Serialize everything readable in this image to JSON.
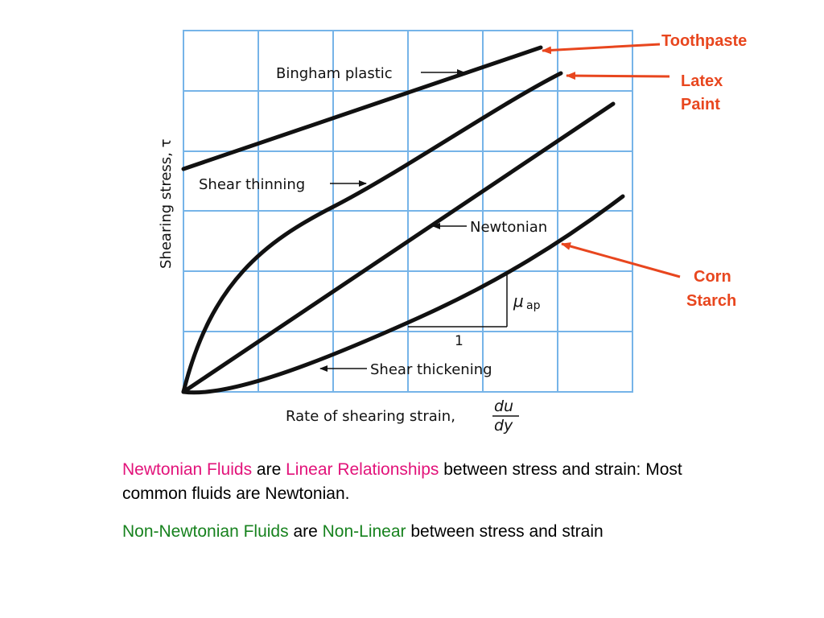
{
  "colors": {
    "grid_line": "#76b4e8",
    "curve": "#111111",
    "callout": "#e8461e",
    "newtonian_highlight": "#e2137a",
    "non_newtonian_highlight": "#17821e"
  },
  "diagram": {
    "y_axis_label": "Shearing stress, τ",
    "x_axis_label": "Rate of shearing strain,",
    "x_axis_fraction_num": "du",
    "x_axis_fraction_den": "dy",
    "curves": {
      "bingham": "Bingham plastic",
      "shear_thinning": "Shear thinning",
      "newtonian": "Newtonian",
      "shear_thickening": "Shear thickening"
    },
    "slope": {
      "symbol": "μ",
      "subscript": "ap",
      "run_label": "1"
    }
  },
  "callouts": {
    "toothpaste": "Toothpaste",
    "latex_line1": "Latex",
    "latex_line2": "Paint",
    "corn_line1": "Corn",
    "corn_line2": "Starch"
  },
  "captions": {
    "line1_term1": "Newtonian Fluids",
    "line1_text1": " are ",
    "line1_term2": "Linear Relationships",
    "line1_text2": " between stress and strain:  Most common fluids are Newtonian.",
    "line2_term1": "Non-Newtonian Fluids",
    "line2_text1": " are ",
    "line2_term2": "Non-Linear",
    "line2_text2": " between stress and strain"
  }
}
